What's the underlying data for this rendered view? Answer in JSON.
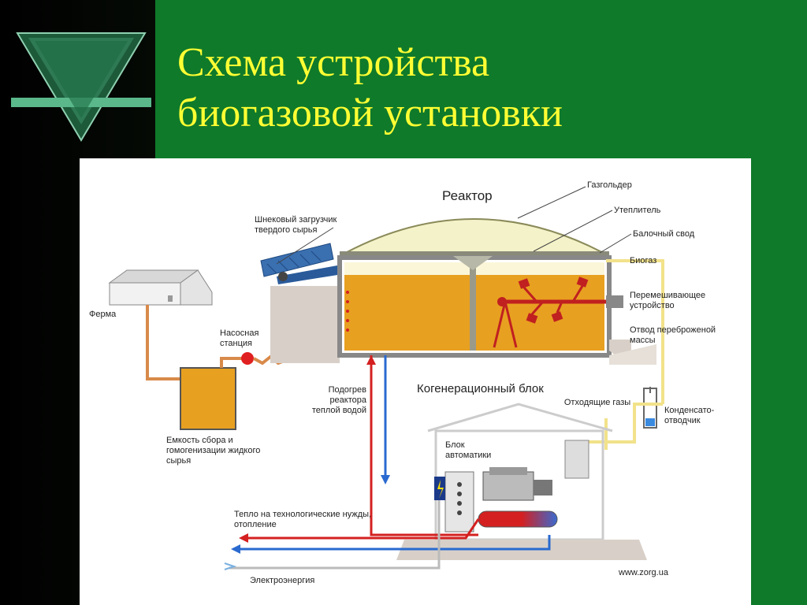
{
  "slide": {
    "title_line1": "Схема устройства",
    "title_line2": "биогазовой установки"
  },
  "labels": {
    "reactor": "Реактор",
    "gasholder": "Газгольдер",
    "insulation": "Утеплитель",
    "beam_vault": "Балочный свод",
    "biogas": "Биогаз",
    "mixer": "Перемешивающее устройство",
    "digestate_outlet": "Отвод переброженой массы",
    "screw_loader": "Шнековый загрузчик твердого сырья",
    "farm": "Ферма",
    "pump_station": "Насосная станция",
    "tank": "Емкость сбора и гомогенизации жидкого сырья",
    "reactor_heating": "Подогрев реактора теплой водой",
    "cogen_block": "Когенерационный блок",
    "exhaust_gases": "Отходящие газы",
    "condensate_trap": "Конденсато-отводчик",
    "automation_block": "Блок автоматики",
    "process_heat": "Тепло на технологические нужды, отопление",
    "electricity": "Электроэнергия",
    "website": "www.zorg.ua"
  },
  "colors": {
    "slide_bg": "#0f7a2a",
    "title": "#ffff33",
    "slurry": "#e8a020",
    "hot_pipe": "#d42020",
    "cold_pipe": "#2a6ad0",
    "gas_pipe": "#f2e28a",
    "feed_pipe": "#d88a4a"
  }
}
